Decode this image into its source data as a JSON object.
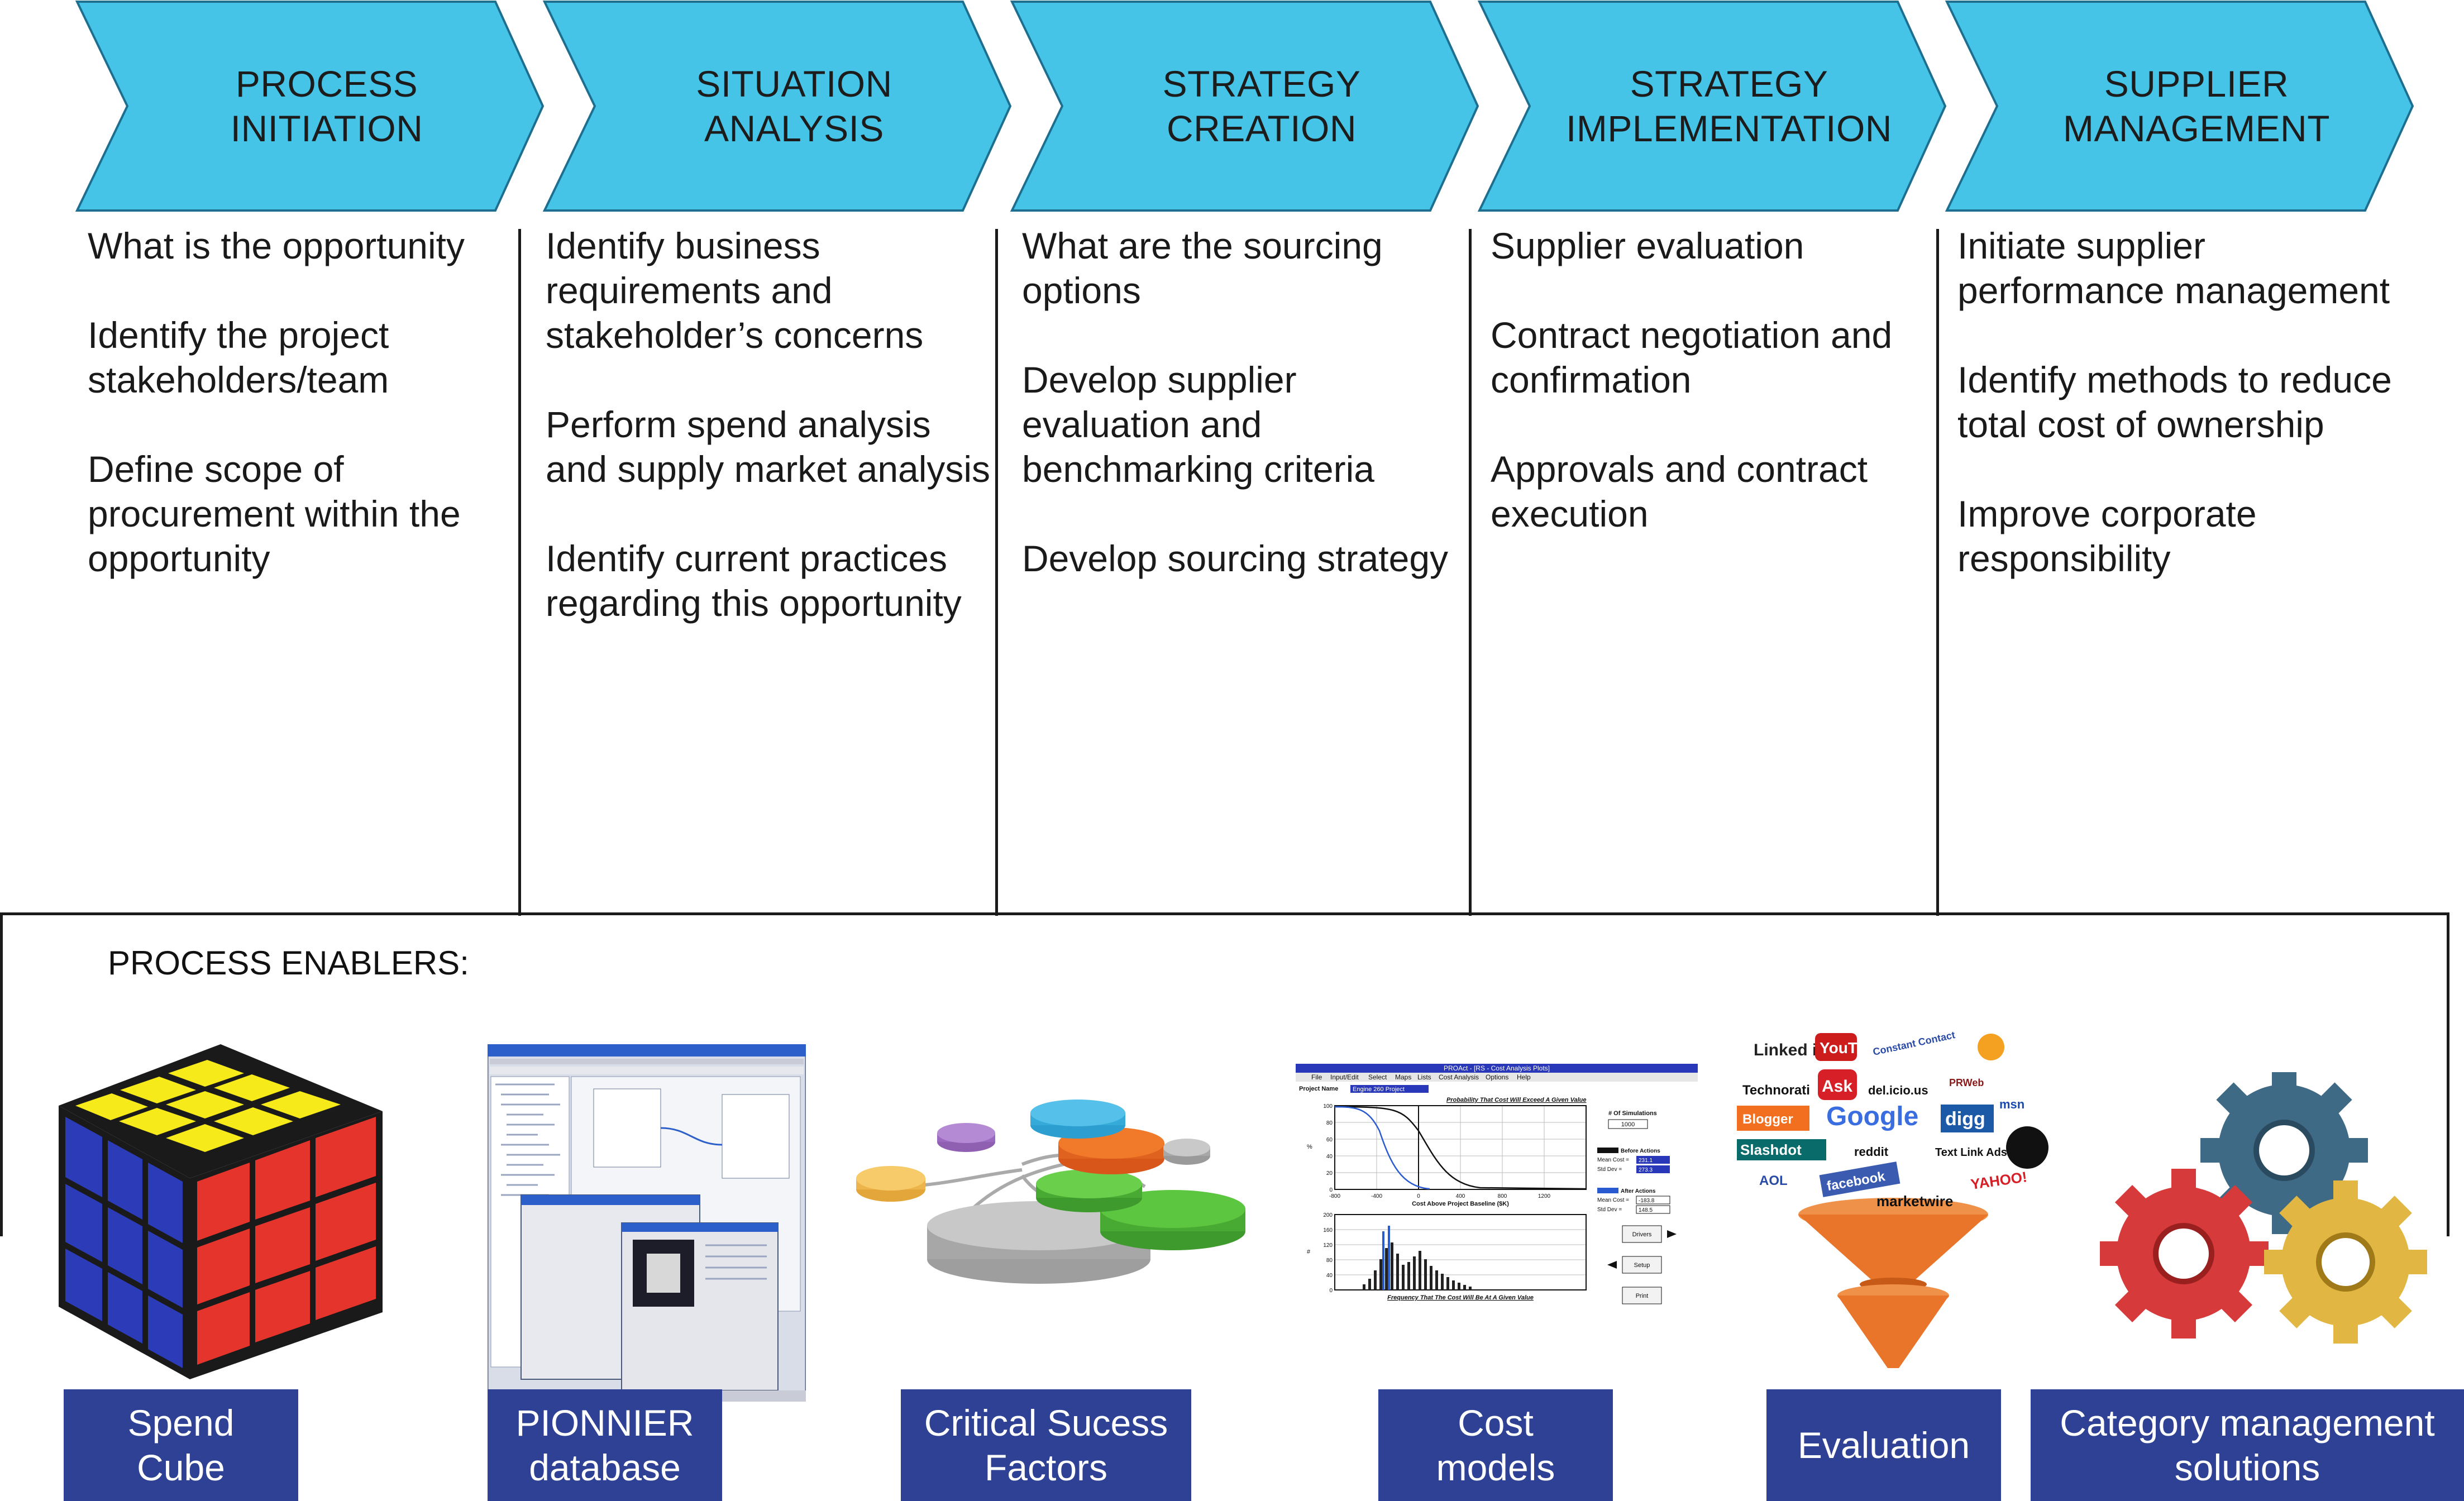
{
  "stages": [
    {
      "title": "PROCESS INITIATION",
      "items": [
        "What is the opportunity",
        "Identify the project stakeholders/team",
        "Define scope of procurement within the opportunity"
      ]
    },
    {
      "title": "SITUATION ANALYSIS",
      "items": [
        "Identify business requirements and stakeholder’s concerns",
        "Perform spend analysis and supply market analysis",
        "Identify current practices regarding this opportunity"
      ]
    },
    {
      "title": "STRATEGY CREATION",
      "items": [
        "What are the sourcing options",
        "Develop supplier evaluation and benchmarking criteria",
        "Develop sourcing strategy"
      ]
    },
    {
      "title": "STRATEGY\nIMPLEMENTATION",
      "items": [
        "Supplier evaluation",
        "Contract negotiation and confirmation",
        "Approvals and contract execution"
      ]
    },
    {
      "title": "SUPPLIER\nMANAGEMENT",
      "items": [
        "Initiate supplier performance management",
        "Identify methods to reduce total cost of ownership",
        "Improve corporate responsibility"
      ]
    }
  ],
  "enablers": {
    "title": "PROCESS ENABLERS:",
    "items": [
      {
        "label": "Spend\nCube",
        "icon": "rubiks-cube-icon"
      },
      {
        "label": "PIONNIER\ndatabase",
        "icon": "database-window-icon"
      },
      {
        "label": "Critical Sucess\nFactors",
        "icon": "network-discs-icon"
      },
      {
        "label": "Cost\nmodels",
        "icon": "cost-analysis-chart-icon"
      },
      {
        "label": "Evaluation",
        "icon": "logo-funnel-icon"
      },
      {
        "label": "Category management\nsolutions",
        "icon": "gears-icon"
      }
    ]
  },
  "cost_model_window": {
    "title": "PROAct - [RS - Cost Analysis Plots]",
    "menu": [
      "File",
      "Input/Edit",
      "Select",
      "Maps",
      "Lists",
      "Cost Analysis",
      "Options",
      "Help"
    ],
    "project_label": "Project Name",
    "project_value": "Engine 260 Project",
    "chart_title": "Probability That Cost Will Exceed A Given Value",
    "x_label": "Cost Above Project Baseline ($K)",
    "hist_label": "Frequency That The Cost Will Be At A Given Value",
    "simulations_label": "# Of Simulations",
    "simulations_value": "1000",
    "before_label": "Before Actions",
    "before_mean": "231.1",
    "before_std": "273.3",
    "after_label": "After Actions",
    "after_mean": "-183.8",
    "after_std": "148.5",
    "mean_label": "Mean Cost =",
    "std_label": "Std Dev =",
    "buttons": [
      "Drivers",
      "Setup",
      "Print"
    ],
    "x_ticks": [
      "-800",
      "-400",
      "0",
      "400",
      "800",
      "1200"
    ],
    "y_ticks": [
      "100",
      "80",
      "60",
      "40",
      "20",
      "0"
    ],
    "hist_ticks": [
      "200",
      "160",
      "120",
      "80",
      "40",
      "0"
    ],
    "y_unit": "%",
    "hist_unit": "#"
  },
  "logos": [
    "Linked in",
    "YouTube",
    "Constant Contact",
    "Technorati",
    "Ask",
    "del.icio.us",
    "PRWeb",
    "msn",
    "Blogger",
    "Google",
    "digg",
    "Slashdot",
    "reddit",
    "Text Link Ads",
    "AOL",
    "facebook",
    "marketwire",
    "YAHOO!"
  ],
  "colors": {
    "arrow_fill": "#45c4e8",
    "arrow_stroke": "#1e6f8f",
    "label_fill": "#2e4194",
    "rule": "#1a1a1a"
  }
}
